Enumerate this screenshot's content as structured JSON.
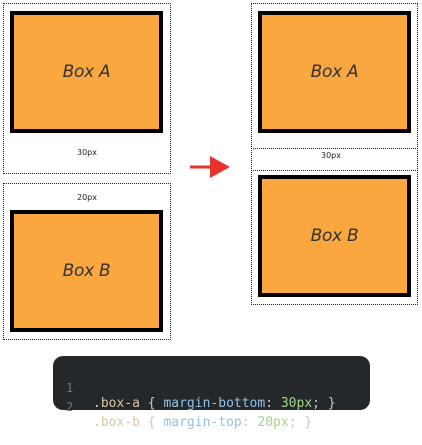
{
  "left": {
    "box_a_label": "Box A",
    "box_b_label": "Box B",
    "margin_a_label": "30px",
    "margin_b_label": "20px"
  },
  "right": {
    "box_a_label": "Box A",
    "box_b_label": "Box B",
    "collapsed_margin_label": "30px"
  },
  "arrow": {
    "icon": "arrow-right-icon",
    "color": "#e8322e"
  },
  "box_color": "#f9a73e",
  "code": {
    "lines": [
      {
        "number": "1",
        "selector": ".box-a",
        "open": "{",
        "property": "margin-bottom",
        "colon": ":",
        "value": "30px",
        "close": "; }"
      },
      {
        "number": "2",
        "selector": ".box-b",
        "open": "{",
        "property": "margin-top",
        "colon": ":",
        "value": "20px",
        "close": "; }"
      }
    ]
  }
}
